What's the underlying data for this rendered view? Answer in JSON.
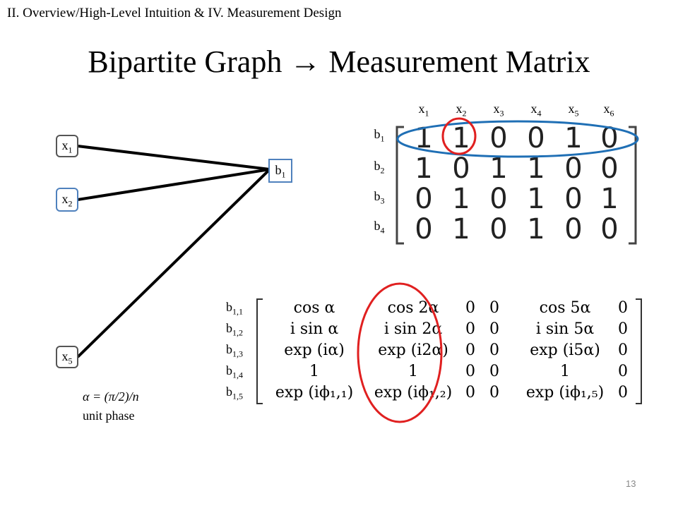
{
  "header": {
    "section": "II. Overview/High-Level Intuition & IV. Measurement Design",
    "title": "Bipartite Graph → Measurement Matrix"
  },
  "graph": {
    "left_nodes": [
      {
        "base": "x",
        "sub": "1"
      },
      {
        "base": "x",
        "sub": "2"
      },
      {
        "base": "x",
        "sub": "5"
      }
    ],
    "right_node": {
      "base": "b",
      "sub": "1"
    }
  },
  "binary_matrix": {
    "col_labels": [
      {
        "base": "x",
        "sub": "1"
      },
      {
        "base": "x",
        "sub": "2"
      },
      {
        "base": "x",
        "sub": "3"
      },
      {
        "base": "x",
        "sub": "4"
      },
      {
        "base": "x",
        "sub": "5"
      },
      {
        "base": "x",
        "sub": "6"
      }
    ],
    "row_labels": [
      {
        "base": "b",
        "sub": "1"
      },
      {
        "base": "b",
        "sub": "2"
      },
      {
        "base": "b",
        "sub": "3"
      },
      {
        "base": "b",
        "sub": "4"
      }
    ],
    "rows": [
      [
        "1",
        "1",
        "0",
        "0",
        "1",
        "0"
      ],
      [
        "1",
        "0",
        "1",
        "1",
        "0",
        "0"
      ],
      [
        "0",
        "1",
        "0",
        "1",
        "0",
        "1"
      ],
      [
        "0",
        "1",
        "0",
        "1",
        "0",
        "0"
      ]
    ]
  },
  "phase_matrix": {
    "row_labels": [
      {
        "base": "b",
        "sub": "1,1"
      },
      {
        "base": "b",
        "sub": "1,2"
      },
      {
        "base": "b",
        "sub": "1,3"
      },
      {
        "base": "b",
        "sub": "1,4"
      },
      {
        "base": "b",
        "sub": "1,5"
      }
    ],
    "rows": [
      [
        "cos α",
        "cos 2α",
        "0",
        "0",
        "cos 5α",
        "0"
      ],
      [
        "i sin α",
        "i sin 2α",
        "0",
        "0",
        "i sin 5α",
        "0"
      ],
      [
        "exp (iα)",
        "exp (i2α)",
        "0",
        "0",
        "exp (i5α)",
        "0"
      ],
      [
        "1",
        "1",
        "0",
        "0",
        "1",
        "0"
      ],
      [
        "exp (iϕ₁,₁)",
        "exp (iϕ₁,₂)",
        "0",
        "0",
        "exp (iϕ₁,₅)",
        "0"
      ]
    ]
  },
  "notes": {
    "alpha": "α = (π/2)/n",
    "unit_phase": "unit phase"
  },
  "colors": {
    "highlight_red": "#e02020",
    "highlight_blue": "#1f6fb5",
    "node_blue": "#4f81bd"
  },
  "page_number": "13"
}
